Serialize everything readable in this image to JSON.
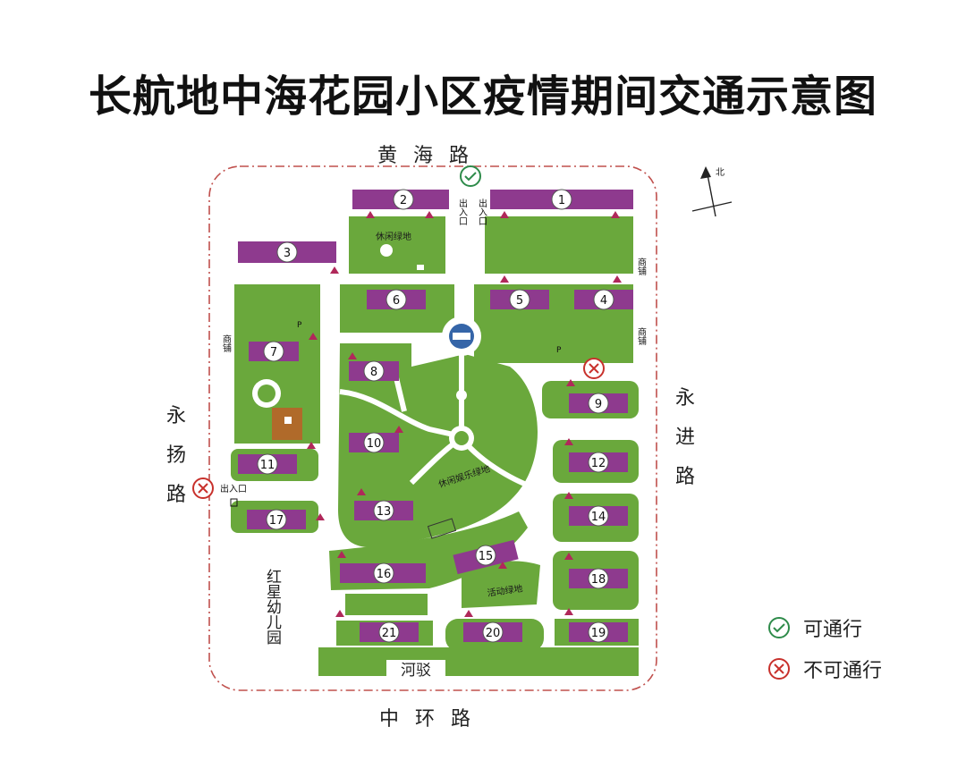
{
  "title": "长航地中海花园小区疫情期间交通示意图",
  "roads": {
    "north": "黄海路",
    "south": "中环路",
    "west": "永扬路",
    "east": "永进路"
  },
  "places": {
    "kindergarten": "红星幼儿园",
    "river": "河驳",
    "entrance_north_left": "出入口",
    "entrance_north_right": "出入口",
    "entrance_west": "出入口",
    "shop_east_1": "商铺",
    "shop_east_2": "商铺",
    "shop_west": "商铺",
    "green_north": "休闲绿地",
    "green_center": "休闲娱乐绿地",
    "green_activity": "活动绿地",
    "compass": "北",
    "parking": "P"
  },
  "buildings": [
    "1",
    "2",
    "3",
    "4",
    "5",
    "6",
    "7",
    "8",
    "9",
    "10",
    "11",
    "12",
    "13",
    "14",
    "15",
    "16",
    "17",
    "18",
    "19",
    "20",
    "21"
  ],
  "legend": {
    "pass": "可通行",
    "no_pass": "不可通行"
  },
  "colors": {
    "grass": "#6aa83c",
    "building": "#8e3a8e",
    "marker": "#b0285a",
    "pass": "#2e8b4a",
    "no_pass": "#c8312c",
    "boundary": "#c0504d"
  }
}
